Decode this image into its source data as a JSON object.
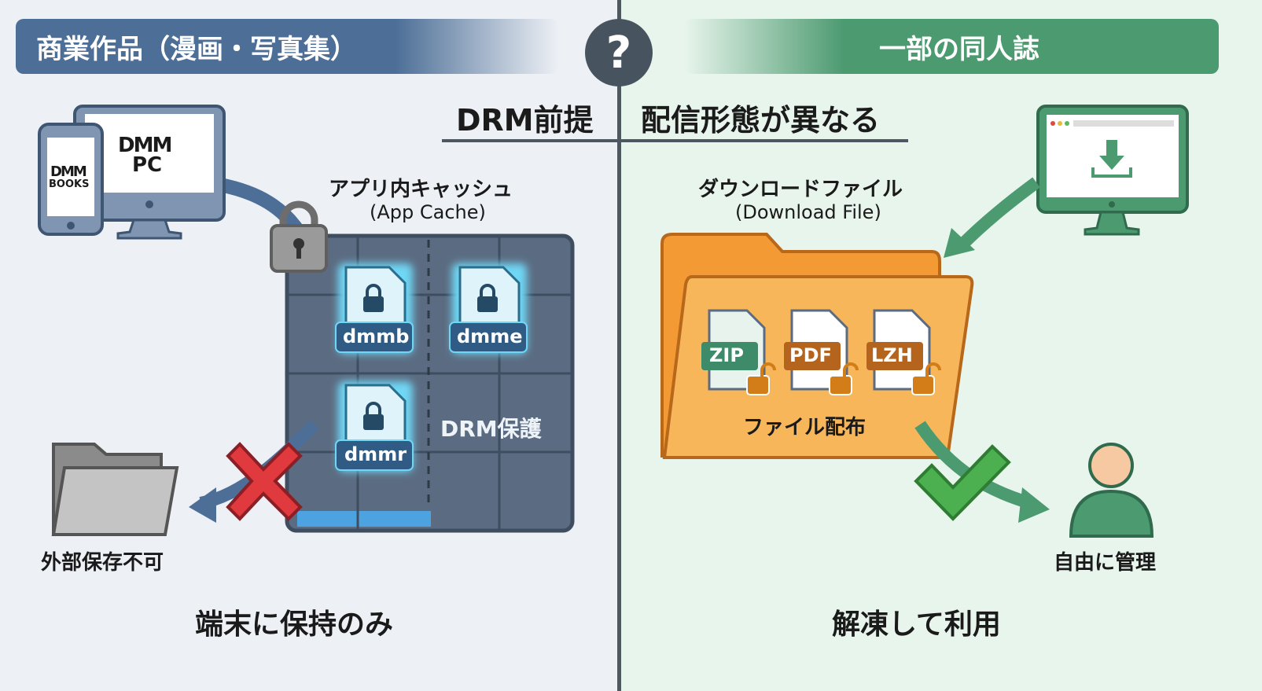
{
  "left": {
    "banner": "商業作品（漫画・写真集）",
    "heading": "DRM前提",
    "devices": {
      "pc_logo": "DMM",
      "pc_label": "PC",
      "phone_logo": "DMM",
      "phone_label": "BOOKS"
    },
    "cache_title": "アプリ内キャッシュ",
    "cache_subtitle": "(App Cache)",
    "files": [
      "dmmb",
      "dmme",
      "dmmr"
    ],
    "protection_label": "DRM保護",
    "blocked_label": "外部保存不可",
    "footer": "端末に保持のみ"
  },
  "center": {
    "question": "?"
  },
  "right": {
    "banner": "一部の同人誌",
    "heading": "配信形態が異なる",
    "download_title": "ダウンロードファイル",
    "download_subtitle": "(Download File)",
    "files": [
      "ZIP",
      "PDF",
      "LZH"
    ],
    "distribution_label": "ファイル配布",
    "manage_label": "自由に管理",
    "footer": "解凍して利用"
  },
  "colors": {
    "blue": "#4d6f97",
    "green": "#4c9a70",
    "orange": "#f5a845",
    "red": "#e0393e",
    "divider": "#4d5862"
  }
}
